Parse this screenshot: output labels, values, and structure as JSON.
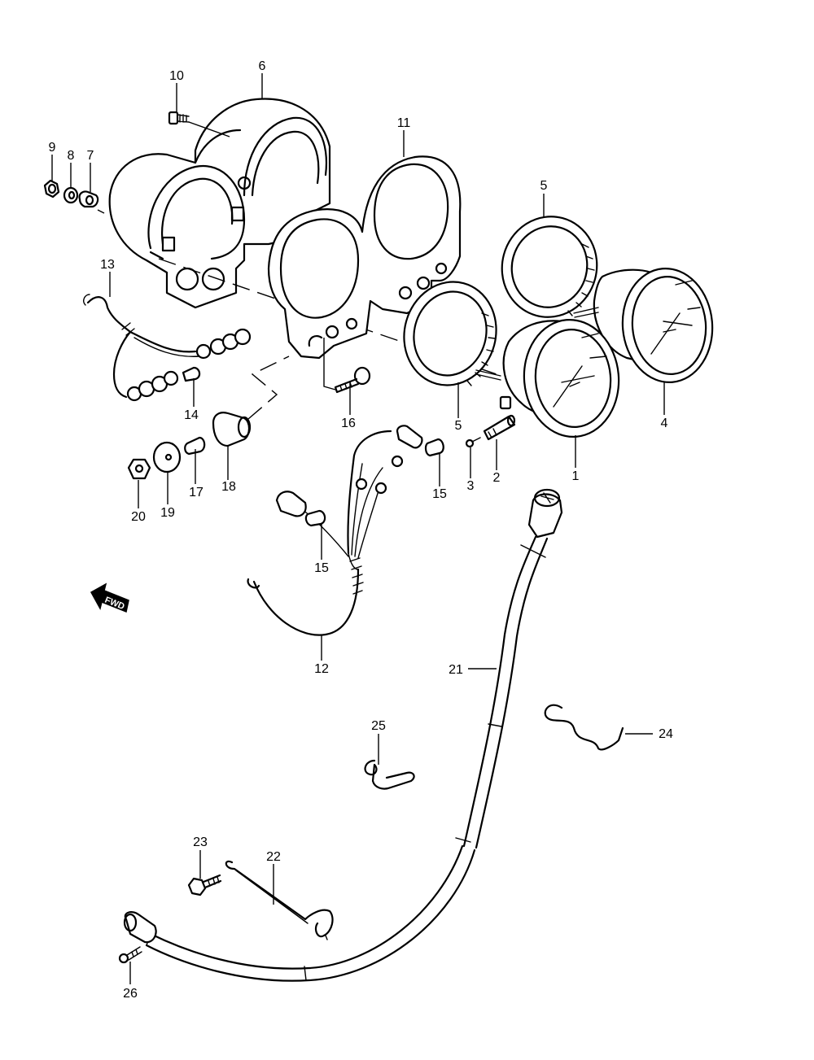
{
  "callouts": {
    "c1": "1",
    "c2": "2",
    "c3": "3",
    "c4": "4",
    "c5a": "5",
    "c5b": "5",
    "c6": "6",
    "c7": "7",
    "c8": "8",
    "c9": "9",
    "c10": "10",
    "c11": "11",
    "c12": "12",
    "c13": "13",
    "c14": "14",
    "c15a": "15",
    "c15b": "15",
    "c16": "16",
    "c17": "17",
    "c18": "18",
    "c19": "19",
    "c20": "20",
    "c21": "21",
    "c22": "22",
    "c23": "23",
    "c24": "24",
    "c25": "25",
    "c26": "26"
  },
  "direction_marker": {
    "label": "FWD"
  }
}
